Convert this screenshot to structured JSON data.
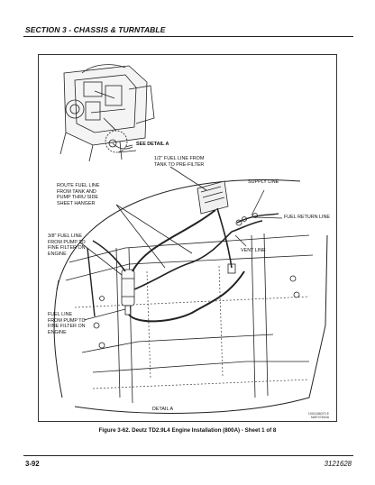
{
  "header": {
    "section_title": "SECTION 3 - CHASSIS & TURNTABLE"
  },
  "figure": {
    "callouts": {
      "see_detail": "SEE DETAIL A",
      "half_inch_line": "1/2\" FUEL LINE FROM\nTANK TO PRE-FILTER",
      "supply_line": "SUPPLY LINE",
      "route_fuel_line": "ROUTE FUEL LINE\nFROM TANK AND\nPUMP THRU SIDE\nSHEET HANGER",
      "fuel_return_line": "FUEL RETURN LINE",
      "three_eighth_line": "3/8\" FUEL LINE\nFROM PUMP TO\nFINE FILTER ON\nENGINE",
      "vent_line": "VENT LINE",
      "fuel_line_from_pump": "FUEL LINE\nFROM PUMP TO\nFINE FILTER ON\nENGINE",
      "detail_a": "DETAIL A"
    },
    "drawing_id": "1001186070 E\nMAF07840A"
  },
  "caption": "Figure 3-62.  Deutz TD2.9L4 Engine Installation (800A) - Sheet 1 of 8",
  "footer": {
    "page_number": "3-92",
    "doc_number": "3121628"
  }
}
